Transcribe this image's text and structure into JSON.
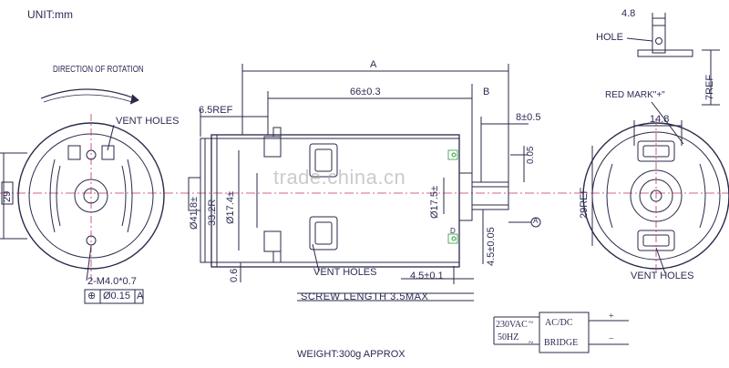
{
  "unit_label": "UNIT:mm",
  "direction_label": "DIRECTION OF ROTATION",
  "front_view": {
    "vent_holes": "VENT HOLES",
    "dim_29": "29",
    "mount_spec": "2-M4.0*0.7",
    "tolerance_symbol": "⊕",
    "tolerance_value": "Ø0.15",
    "datum": "A"
  },
  "side_view": {
    "dim_A": "A",
    "dim_66": "66±0.3",
    "dim_B": "B",
    "dim_6_5": "6.5REF",
    "dim_8": "8±0.5",
    "dim_0_05": "0.05",
    "dim_d41": "Ø41.8±",
    "dim_33": "33.2R",
    "dim_17_4": "Ø17.4±",
    "dim_17_5": "Ø17.5±",
    "dim_4_5v": "4.5±0.05",
    "dim_0_6": "0.6",
    "dim_4_5h": "4.5±0.1",
    "vent_holes": "VENT HOLES",
    "screw_length": "SCREW LENGTH 3.5MAX",
    "datum_a": "A",
    "datum_d": "D"
  },
  "rear_view": {
    "dim_4_8": "4.8",
    "hole": "HOLE",
    "dim_7ref": "7REF",
    "red_mark": "RED MARK\"+\"",
    "dim_14_8": "14.8",
    "dim_29ref": "29REF",
    "vent_holes": "VENT HOLES"
  },
  "weight": "WEIGHT:300g  APPROX",
  "circuit": {
    "input_line1": "230VAC",
    "input_line2": "50HZ",
    "bridge_line1": "AC/DC",
    "bridge_line2": "BRIDGE",
    "plus": "+",
    "minus": "−",
    "tilde": "~"
  },
  "watermark": "trade.china.cn"
}
